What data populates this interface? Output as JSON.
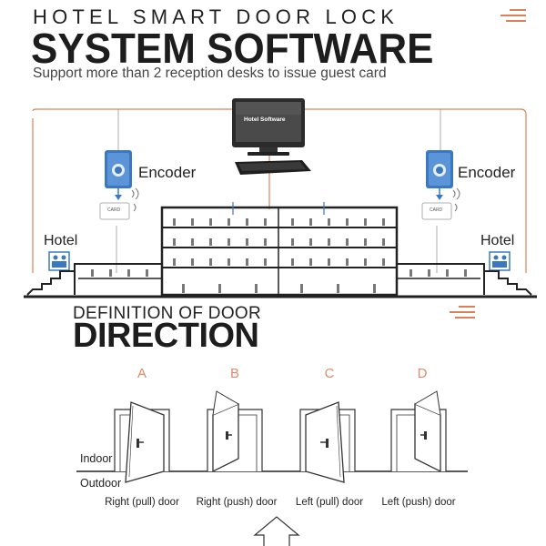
{
  "header": {
    "title_top": "HOTEL SMART DOOR LOCK",
    "title_main": "SYSTEM SOFTWARE",
    "subtitle": "Support more than 2 reception desks to issue guest card"
  },
  "system": {
    "pc_screen_text": "Hotel Software",
    "encoder_left": "Encoder",
    "encoder_right": "Encoder",
    "card_text": "CARD",
    "hotel_left": "Hotel",
    "hotel_right": "Hotel"
  },
  "door_section": {
    "heading_top": "DEFINITION OF DOOR",
    "heading_main": "DIRECTION",
    "indoor_label": "Indoor",
    "outdoor_label": "Outdoor",
    "doors": [
      {
        "letter": "A",
        "caption": "Right (pull) door"
      },
      {
        "letter": "B",
        "caption": "Right (push) door"
      },
      {
        "letter": "C",
        "caption": "Left (pull) door"
      },
      {
        "letter": "D",
        "caption": "Left (push) door"
      }
    ]
  },
  "colors": {
    "accent": "#d9825a",
    "letter": "#e08a6a",
    "encoder_blue": "#3b78c2",
    "dark": "#1d1d1d"
  }
}
